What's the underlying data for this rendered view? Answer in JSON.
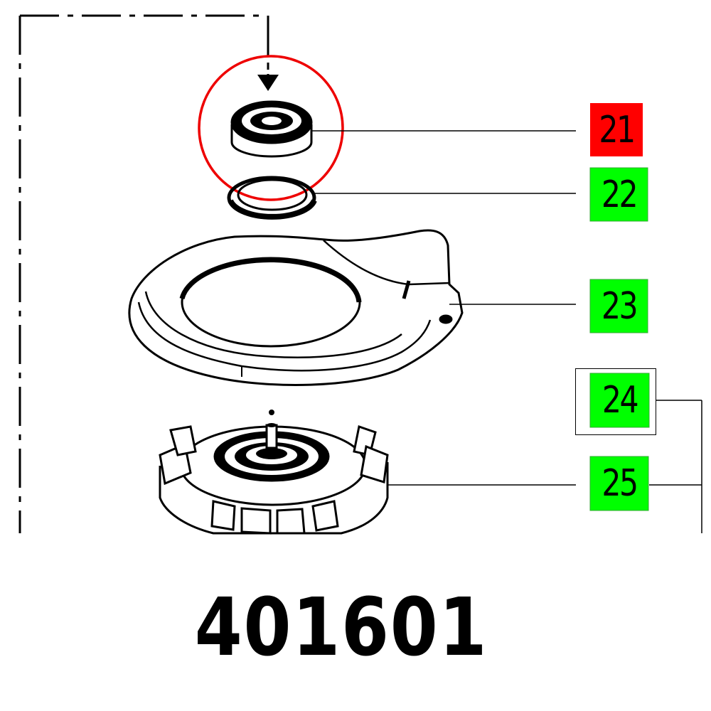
{
  "diagram": {
    "type": "exploded-parts-diagram",
    "part_number": "401601",
    "highlighted_part": "21",
    "colors": {
      "highlight": "#ff0000",
      "available": "#00ff00",
      "line": "#000000",
      "background": "#ffffff"
    },
    "callouts": [
      {
        "id": "21",
        "label": "21",
        "color": "#ff0000",
        "part": "ball-bearing",
        "highlighted": true
      },
      {
        "id": "22",
        "label": "22",
        "color": "#00ff00",
        "part": "ring-seal",
        "highlighted": false
      },
      {
        "id": "23",
        "label": "23",
        "color": "#00ff00",
        "part": "guard-cover",
        "highlighted": false
      },
      {
        "id": "24",
        "label": "24",
        "color": "#00ff00",
        "part": "assembly-group",
        "highlighted": false,
        "boxed": true
      },
      {
        "id": "25",
        "label": "25",
        "color": "#00ff00",
        "part": "fan-rotor",
        "highlighted": false
      }
    ]
  }
}
